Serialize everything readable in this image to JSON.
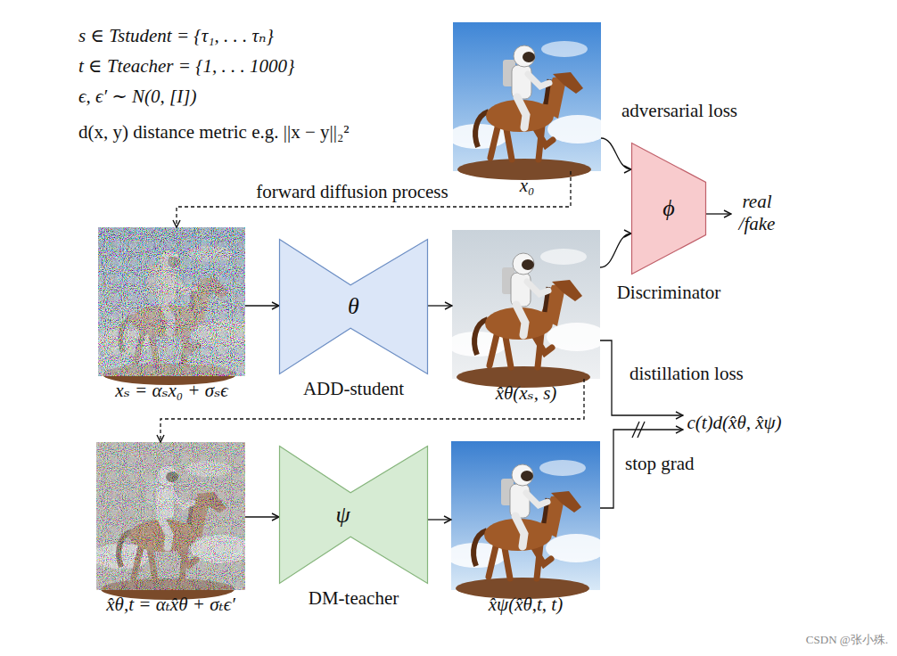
{
  "diagram": {
    "nodes": [
      {
        "text": [
          "x₀"
        ]
      },
      {
        "text": [
          "ϕ",
          "Discriminator"
        ]
      },
      {
        "text": [
          "real /fake"
        ]
      },
      {
        "text": [
          "xₛ = αₛx₀ + σₛϵ"
        ]
      },
      {
        "text": [
          "θ",
          "ADD-student"
        ]
      },
      {
        "text": [
          "x̂θ(xₛ, s)"
        ]
      },
      {
        "text": [
          "c(t)d(x̂θ, x̂ψ)"
        ]
      },
      {
        "text": [
          "x̂θ,t = αₜx̂θ + σₜϵ′"
        ]
      },
      {
        "text": [
          "ψ",
          "DM-teacher"
        ]
      },
      {
        "text": [
          "x̂ψ(x̂θ,t, t)"
        ]
      }
    ],
    "edges": [
      {
        "from": 0,
        "to": 1,
        "arrow": "to"
      },
      {
        "from": 5,
        "to": 1,
        "arrow": "to"
      },
      {
        "from": 1,
        "to": 2,
        "arrow": "to"
      },
      {
        "from": 0,
        "to": 3,
        "arrow": "to",
        "label": "forward diffusion process"
      },
      {
        "from": 3,
        "to": 4,
        "arrow": "to"
      },
      {
        "from": 4,
        "to": 5,
        "arrow": "to"
      },
      {
        "from": 5,
        "to": 6,
        "arrow": "to",
        "label": "distillation loss"
      },
      {
        "from": 5,
        "to": 7,
        "arrow": "to"
      },
      {
        "from": 7,
        "to": 8,
        "arrow": "to"
      },
      {
        "from": 8,
        "to": 9,
        "arrow": "to"
      },
      {
        "from": 9,
        "to": 6,
        "arrow": "to",
        "label": "stop grad"
      }
    ],
    "labels": [
      "s ∈ Tstudent = {τ₁, . . . τₙ}",
      "t ∈ Tteacher = {1, . . . 1000}",
      "ϵ, ϵ′ ∼ N(0, [I])",
      "d(x, y) distance metric e.g. ||x − y||₂²",
      "adversarial loss",
      "CSDN @张小殊."
    ]
  }
}
